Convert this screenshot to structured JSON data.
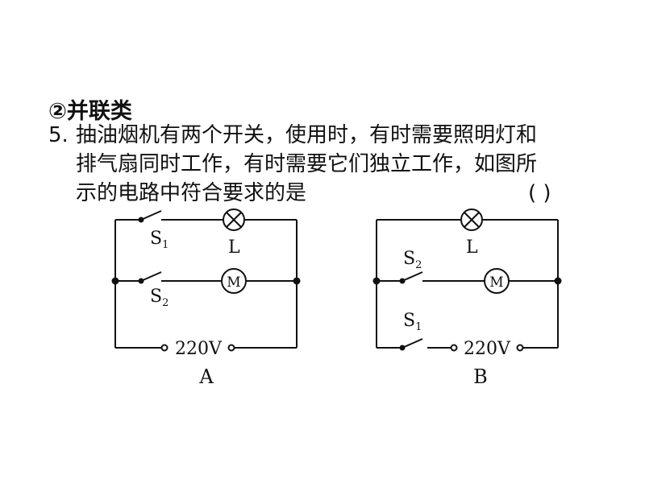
{
  "section": {
    "title": "②并联类"
  },
  "question": {
    "number": "5.",
    "lines": [
      "抽油烟机有两个开关，使用时，有时需要照明灯和",
      "排气扇同时工作，有时需要它们独立工作，如图所",
      "示的电路中符合要求的是"
    ],
    "blank": "(      )"
  },
  "circuits": {
    "A": {
      "option": "A",
      "switch_top": "S",
      "switch_top_sub": "1",
      "switch_bottom": "S",
      "switch_bottom_sub": "2",
      "lamp": "L",
      "motor": "M",
      "source": "220V"
    },
    "B": {
      "option": "B",
      "switch_top": "S",
      "switch_top_sub": "2",
      "switch_bottom": "S",
      "switch_bottom_sub": "1",
      "lamp": "L",
      "motor": "M",
      "source": "220V"
    }
  }
}
